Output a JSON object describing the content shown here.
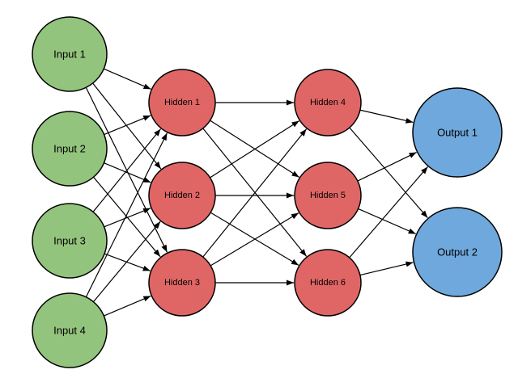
{
  "diagram": {
    "colors": {
      "input_fill": "#93c47d",
      "hidden_fill": "#e06666",
      "output_fill": "#6fa8dc",
      "stroke": "#000000",
      "edge": "#000000"
    },
    "layers": [
      {
        "name": "input",
        "nodes": [
          {
            "id": "in1",
            "label": "Input 1"
          },
          {
            "id": "in2",
            "label": "Input 2"
          },
          {
            "id": "in3",
            "label": "Input 3"
          },
          {
            "id": "in4",
            "label": "Input 4"
          }
        ]
      },
      {
        "name": "hidden-a",
        "nodes": [
          {
            "id": "h1",
            "label": "Hidden 1"
          },
          {
            "id": "h2",
            "label": "Hidden 2"
          },
          {
            "id": "h3",
            "label": "Hidden 3"
          }
        ]
      },
      {
        "name": "hidden-b",
        "nodes": [
          {
            "id": "h4",
            "label": "Hidden 4"
          },
          {
            "id": "h5",
            "label": "Hidden 5"
          },
          {
            "id": "h6",
            "label": "Hidden 6"
          }
        ]
      },
      {
        "name": "output",
        "nodes": [
          {
            "id": "out1",
            "label": "Output 1"
          },
          {
            "id": "out2",
            "label": "Output 2"
          }
        ]
      }
    ],
    "connectivity": "fully-connected-between-adjacent-layers"
  }
}
